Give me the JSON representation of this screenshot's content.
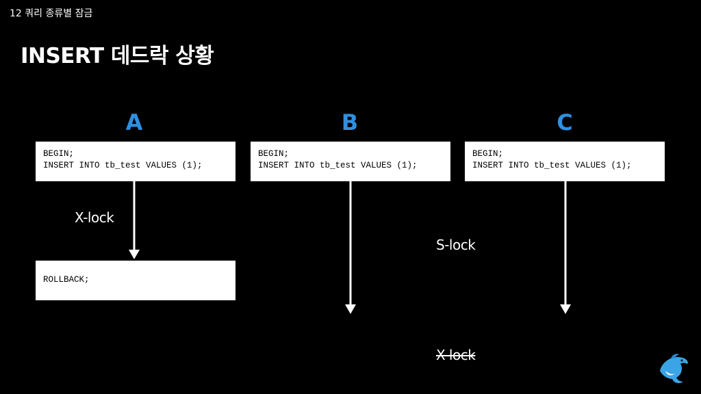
{
  "header": {
    "breadcrumb": "12 쿼리 종류별 잠금",
    "title": "INSERT 데드락 상황"
  },
  "colors": {
    "background": "#000000",
    "accent_blue": "#2f8fe0",
    "box_fill": "#ffffff",
    "arrow": "#ffffff"
  },
  "transactions": [
    {
      "label": "A",
      "code": [
        "BEGIN;",
        "INSERT INTO tb_test VALUES (1);"
      ]
    },
    {
      "label": "B",
      "code": [
        "BEGIN;",
        "INSERT INTO tb_test VALUES (1);"
      ]
    },
    {
      "label": "C",
      "code": [
        "BEGIN;",
        "INSERT INTO tb_test VALUES (1);"
      ]
    }
  ],
  "rollback": {
    "code": "ROLLBACK;"
  },
  "locks": {
    "a_lock": "X-lock",
    "bc_lock": "S-lock",
    "bc_wait": "X-lock"
  },
  "icons": {
    "mascot": "dolphin-icon"
  }
}
